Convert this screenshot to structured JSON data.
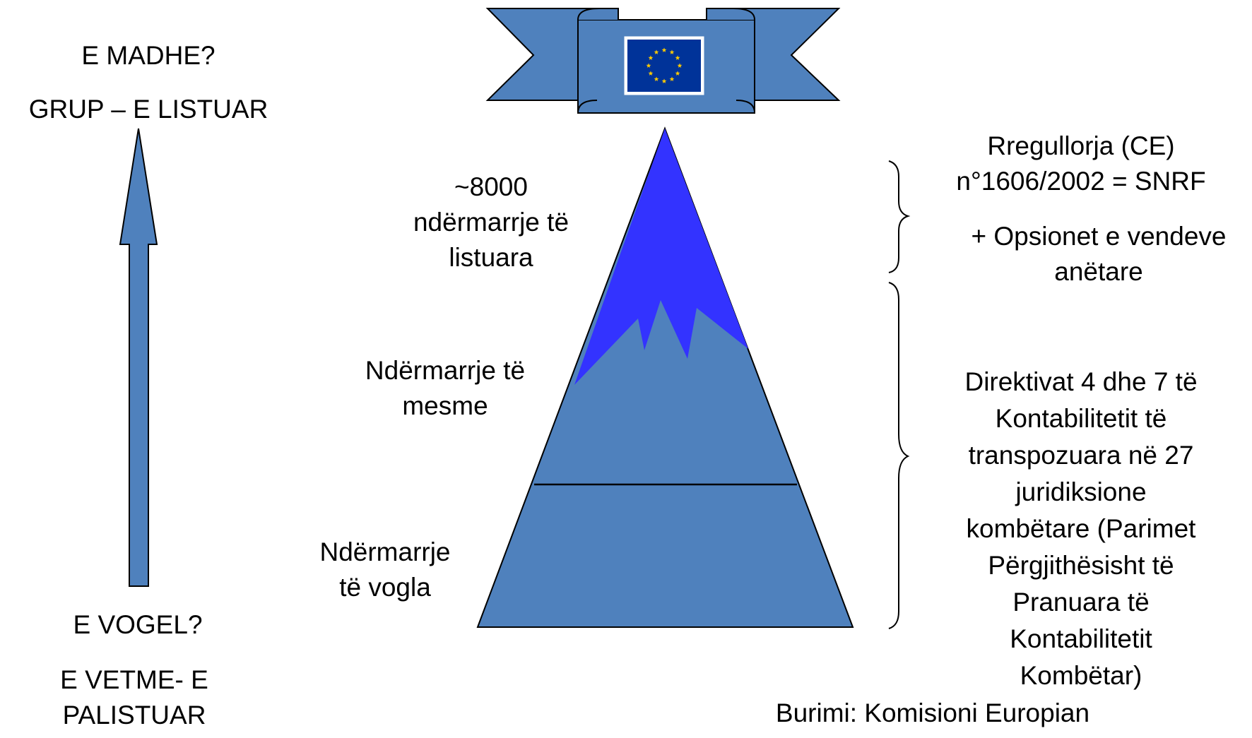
{
  "left_axis": {
    "top_line1": "E MADHE?",
    "top_line2": "GRUP – E  LISTUAR",
    "bottom_line1": "E VOGEL?",
    "bottom_line2a": "E VETME- E",
    "bottom_line2b": "PALISTUAR"
  },
  "pyramid": {
    "top_label": [
      "~8000",
      "ndërmarrje të",
      "listuara"
    ],
    "middle_label": [
      "Ndërmarrje të",
      "mesme"
    ],
    "bottom_label": [
      "Ndërmarrje",
      "të vogla"
    ]
  },
  "right_notes": {
    "regulation": [
      "Rregullorja (CE)",
      "n°1606/2002 = SNRF"
    ],
    "options": [
      "+ Opsionet e vendeve",
      "anëtare"
    ],
    "directives": [
      "Direktivat 4 dhe 7 të",
      "Kontabilitetit të",
      "transpozuara në 27",
      "juridiksione",
      "kombëtare (Parimet",
      "Përgjithësisht të",
      "Pranuara të",
      "Kontabilitetit",
      "Kombëtar)"
    ]
  },
  "source": "Burimi: Komisioni Europian",
  "colors": {
    "steel_blue": "#4f81bd",
    "peak_blue": "#3333ff",
    "flag_blue": "#003399",
    "star_yellow": "#ffcc00",
    "outline": "#000000"
  },
  "icons": [
    "eu-flag-icon",
    "banner-ribbon-icon",
    "up-arrow-icon"
  ]
}
